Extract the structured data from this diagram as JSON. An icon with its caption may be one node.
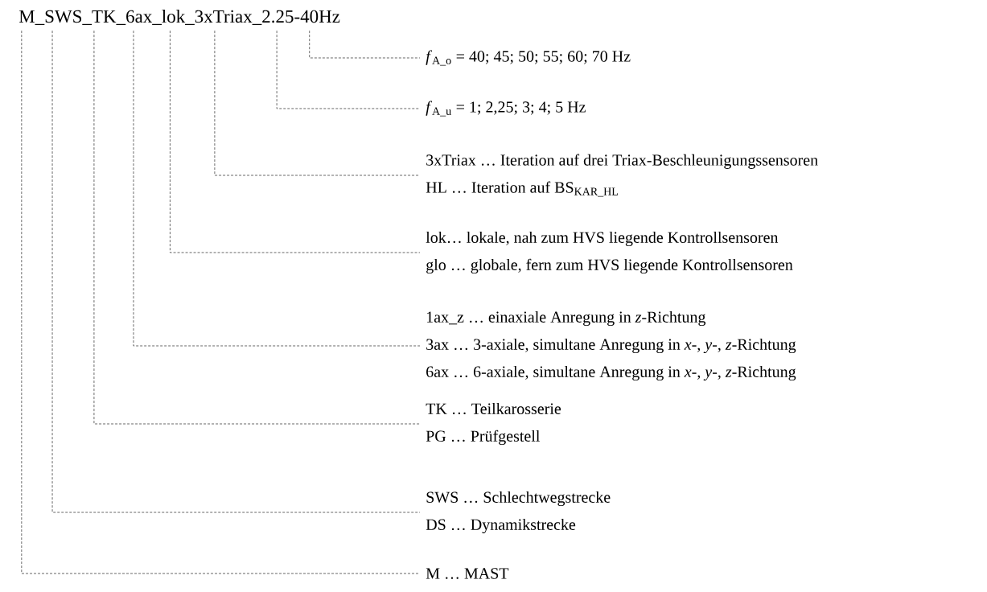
{
  "diagram": {
    "nodes": [
      {
        "text": [
          "M_SWS_TK_6ax_lok_3xTriax_2.25-40Hz"
        ]
      },
      {
        "text": [
          "*f*$_{A_o}$ = 40; 45; 50; 55; 60; 70 Hz"
        ]
      },
      {
        "text": [
          "*f*$_{A_u}$ = 1; 2,25; 3; 4; 5 Hz"
        ]
      },
      {
        "text": [
          "3xTriax … Iteration auf drei Triax-Beschleunigungssensoren",
          "HL … Iteration auf BS$_{KAR_HL}$"
        ]
      },
      {
        "text": [
          "lok… lokale, nah zum HVS liegende Kontrollsensoren",
          "glo … globale, fern zum HVS liegende Kontrollsensoren"
        ]
      },
      {
        "text": [
          "1ax_z … einaxiale Anregung in *z*-Richtung",
          "3ax … 3-axiale, simultane Anregung in *x*-, *y*-, *z*-Richtung",
          "6ax … 6-axiale, simultane Anregung in *x*-, *y*-, *z*-Richtung"
        ]
      },
      {
        "text": [
          "TK … Teilkarosserie",
          "PG … Prüfgestell"
        ]
      },
      {
        "text": [
          "SWS … Schlechtwegstrecke",
          "DS … Dynamikstrecke"
        ]
      },
      {
        "text": [
          "M … MAST"
        ]
      }
    ],
    "edges": [
      {
        "from": 1,
        "to": 0,
        "arrow": "none",
        "style": "dashed"
      },
      {
        "from": 2,
        "to": 0,
        "arrow": "none",
        "style": "dashed"
      },
      {
        "from": 3,
        "to": 0,
        "arrow": "none",
        "style": "dashed"
      },
      {
        "from": 4,
        "to": 0,
        "arrow": "none",
        "style": "dashed"
      },
      {
        "from": 5,
        "to": 0,
        "arrow": "none",
        "style": "dashed"
      },
      {
        "from": 6,
        "to": 0,
        "arrow": "none",
        "style": "dashed"
      },
      {
        "from": 7,
        "to": 0,
        "arrow": "none",
        "style": "dashed"
      },
      {
        "from": 8,
        "to": 0,
        "arrow": "none",
        "style": "dashed"
      }
    ]
  }
}
